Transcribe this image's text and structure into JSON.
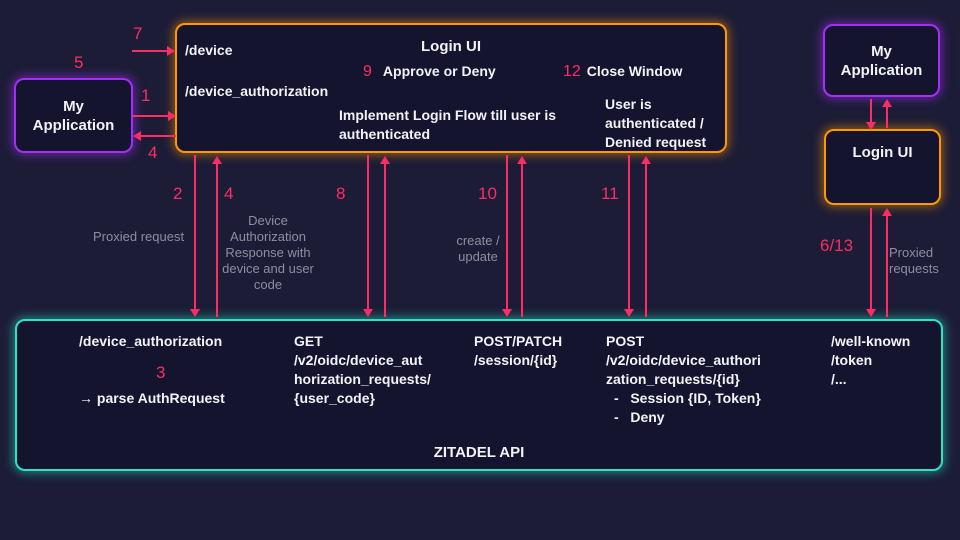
{
  "colors": {
    "background": "#1c1c36",
    "box_fill": "#14142e",
    "purple_border": "#a32ef5",
    "orange_border": "#ff9800",
    "teal_border": "#2ae4c5",
    "arrow_pink": "#fc2c64",
    "caption_gray": "#8e8e9e",
    "text_white": "#f3f3f7"
  },
  "left_app": {
    "label": "My\nApplication"
  },
  "right_app": {
    "label": "My\nApplication"
  },
  "right_login": {
    "label": "Login UI"
  },
  "device_box": {
    "endpoint_device": "/device",
    "endpoint_device_authorization": "/device_authorization",
    "title": "Login UI",
    "step9_num": "9",
    "step9_text": "Approve or Deny",
    "step12_num": "12",
    "step12_text": "Close Window",
    "login_flow_note": "Implement Login Flow till user is\nauthenticated",
    "user_note": "User is\nauthenticated /\nDenied request"
  },
  "api_box": {
    "title": "ZITADEL API",
    "device_authorization_endpoint": "/device_authorization",
    "step3_num": "3",
    "parse_note": "→ parse AuthRequest",
    "get_endpoint": "GET\n/v2/oidc/device_aut\nhorization_requests/\n{user_code}",
    "session_endpoint": "POST/PATCH\n/session/{id}",
    "post_endpoint": "POST\n/v2/oidc/device_authori\nzation_requests/{id}",
    "post_items": [
      "-   Session {ID, Token}",
      "-   Deny"
    ],
    "wellknown_endpoint": "/well-known\n/token\n/..."
  },
  "step_labels": {
    "s1": "1",
    "s2": "2",
    "s4_left": "4",
    "s4_mid": "4",
    "s5": "5",
    "s7": "7",
    "s8": "8",
    "s10": "10",
    "s11": "11",
    "s6_13": "6/13"
  },
  "captions": {
    "proxied_request": "Proxied request",
    "device_auth_response": "Device\nAuthorization\nResponse with\ndevice and user\ncode",
    "create_update": "create /\nupdate",
    "proxied_requests": "Proxied\nrequests"
  }
}
